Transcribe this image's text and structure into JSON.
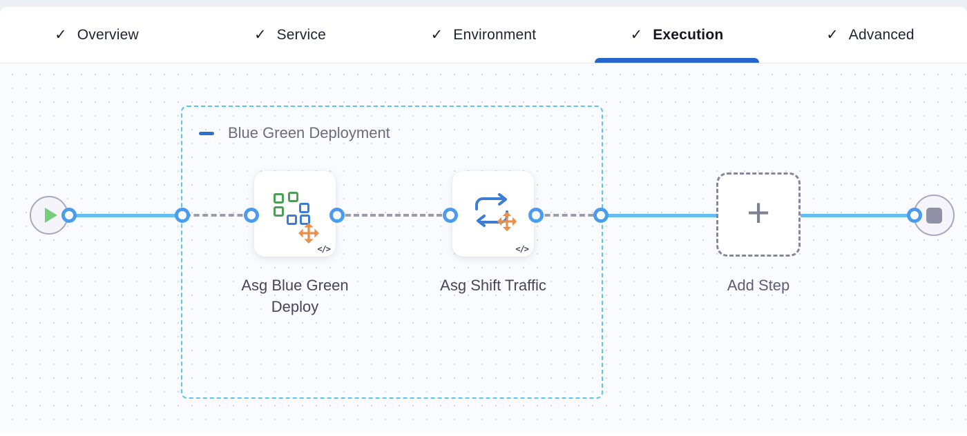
{
  "tab_bar": {
    "check_glyph": "✓",
    "tabs": [
      {
        "label": "Overview"
      },
      {
        "label": "Service"
      },
      {
        "label": "Environment"
      },
      {
        "label": "Execution"
      },
      {
        "label": "Advanced"
      }
    ],
    "active_tab": "Execution"
  },
  "canvas": {
    "group": {
      "label": "Blue Green Deployment"
    },
    "steps": [
      {
        "label": "Asg Blue Green Deploy",
        "badge": "</>"
      },
      {
        "label": "Asg Shift Traffic",
        "badge": "</>"
      }
    ],
    "add_step": {
      "label": "Add Step",
      "plus_glyph": "+"
    }
  },
  "colors": {
    "tab_underline_blue": "#2767cd",
    "collapse_minus_blue": "#2e6fd3",
    "connector_solid_blue": "#63bef1",
    "port_ring_blue": "#4b9cec",
    "group_border_cyan": "#5ac4ea",
    "connector_dashed_gray": "#9a9cad",
    "play_green": "#76cd7a",
    "stop_gray": "#8f91a6",
    "icon_square_green": "#4f9e55",
    "icon_square_blue": "#3b7cd8",
    "icon_move_orange": "#e78f4d"
  }
}
